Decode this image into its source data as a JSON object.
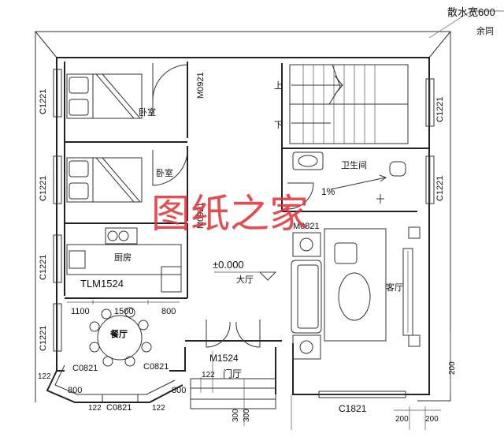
{
  "annotations": {
    "roof_drainage": "散水宽600",
    "same_as_rest": "余同"
  },
  "rooms": {
    "bedroom_1": "卧室",
    "bedroom_2": "卧室",
    "kitchen": "厨房",
    "dining": "餐厅",
    "bathroom": "卫生间",
    "living": "客厅",
    "hall": "大厅",
    "foyer": "门厅"
  },
  "stairs": {
    "up": "上",
    "down": "下"
  },
  "labels": {
    "level": "±0.000",
    "slope": "1%",
    "watermark": "图纸之家"
  },
  "openings": {
    "door_bed1": "M0921",
    "door_bed2": "M0921",
    "door_bath": "M0821",
    "door_main": "M1524",
    "door_kitchen": "TLM1524",
    "win_left_1": "C1221",
    "win_left_2": "C1221",
    "win_left_3": "C1221",
    "win_left_4": "C1221",
    "win_right_1": "C1221",
    "win_right_2": "C1221",
    "win_bay_left": "C0821",
    "win_bay_right": "C0821",
    "win_bay_bottom": "C0821",
    "win_bottom": "C1821"
  },
  "dimensions": {
    "d1100": "1100",
    "d1500": "1500",
    "d800a": "800",
    "d800b": "800",
    "d800c": "800",
    "d122a": "122",
    "d122b": "122",
    "d122c": "122",
    "d122d": "122",
    "d300a": "300",
    "d300b": "300",
    "d200a": "200",
    "d200b": "200",
    "d200c": "200"
  }
}
